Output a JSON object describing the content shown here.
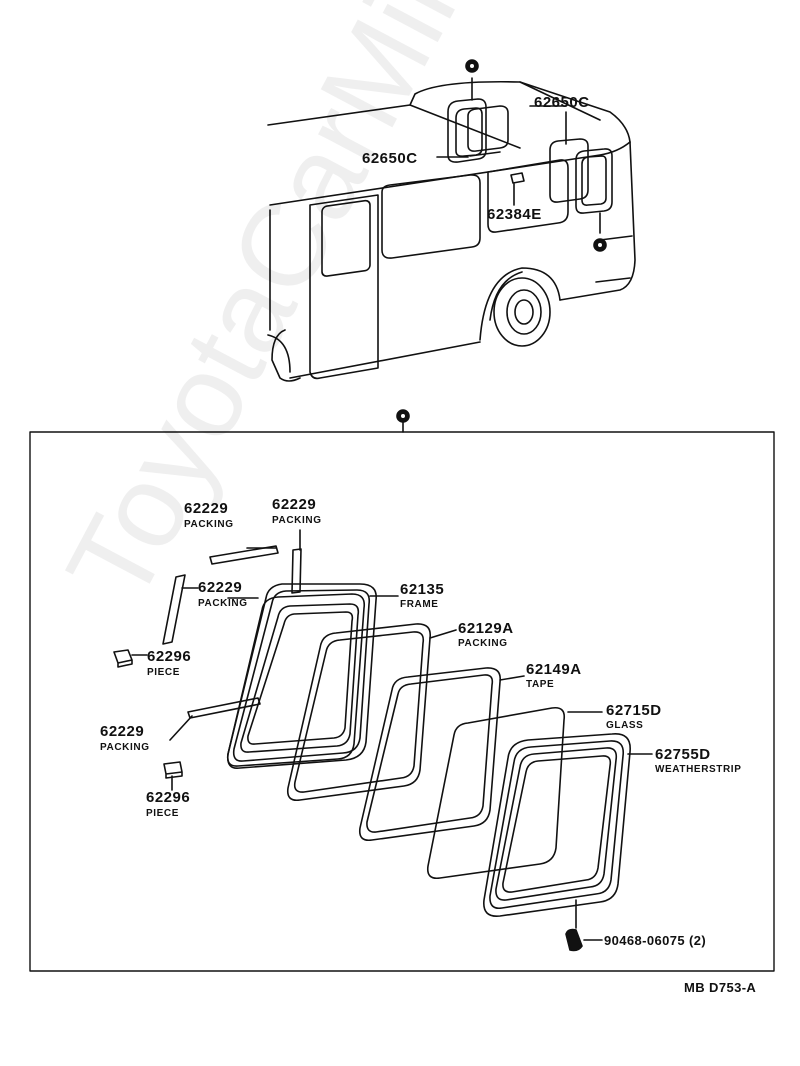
{
  "watermark": "ToyotaCarMine.ru",
  "diagram_code": "MB D753-A",
  "top_labels": {
    "upper_window_a": "62650C",
    "upper_window_b": "62650C",
    "clip": "62384E"
  },
  "parts": [
    {
      "number": "62229",
      "name": "PACKING"
    },
    {
      "number": "62229",
      "name": "PACKING"
    },
    {
      "number": "62229",
      "name": "PACKING"
    },
    {
      "number": "62296",
      "name": "PIECE"
    },
    {
      "number": "62229",
      "name": "PACKING"
    },
    {
      "number": "62296",
      "name": "PIECE"
    },
    {
      "number": "62135",
      "name": "FRAME"
    },
    {
      "number": "62129A",
      "name": "PACKING"
    },
    {
      "number": "62149A",
      "name": "TAPE"
    },
    {
      "number": "62715D",
      "name": "GLASS"
    },
    {
      "number": "62755D",
      "name": "WEATHERSTRIP"
    }
  ],
  "fastener": {
    "number": "90468-06075",
    "qty": "(2)"
  }
}
